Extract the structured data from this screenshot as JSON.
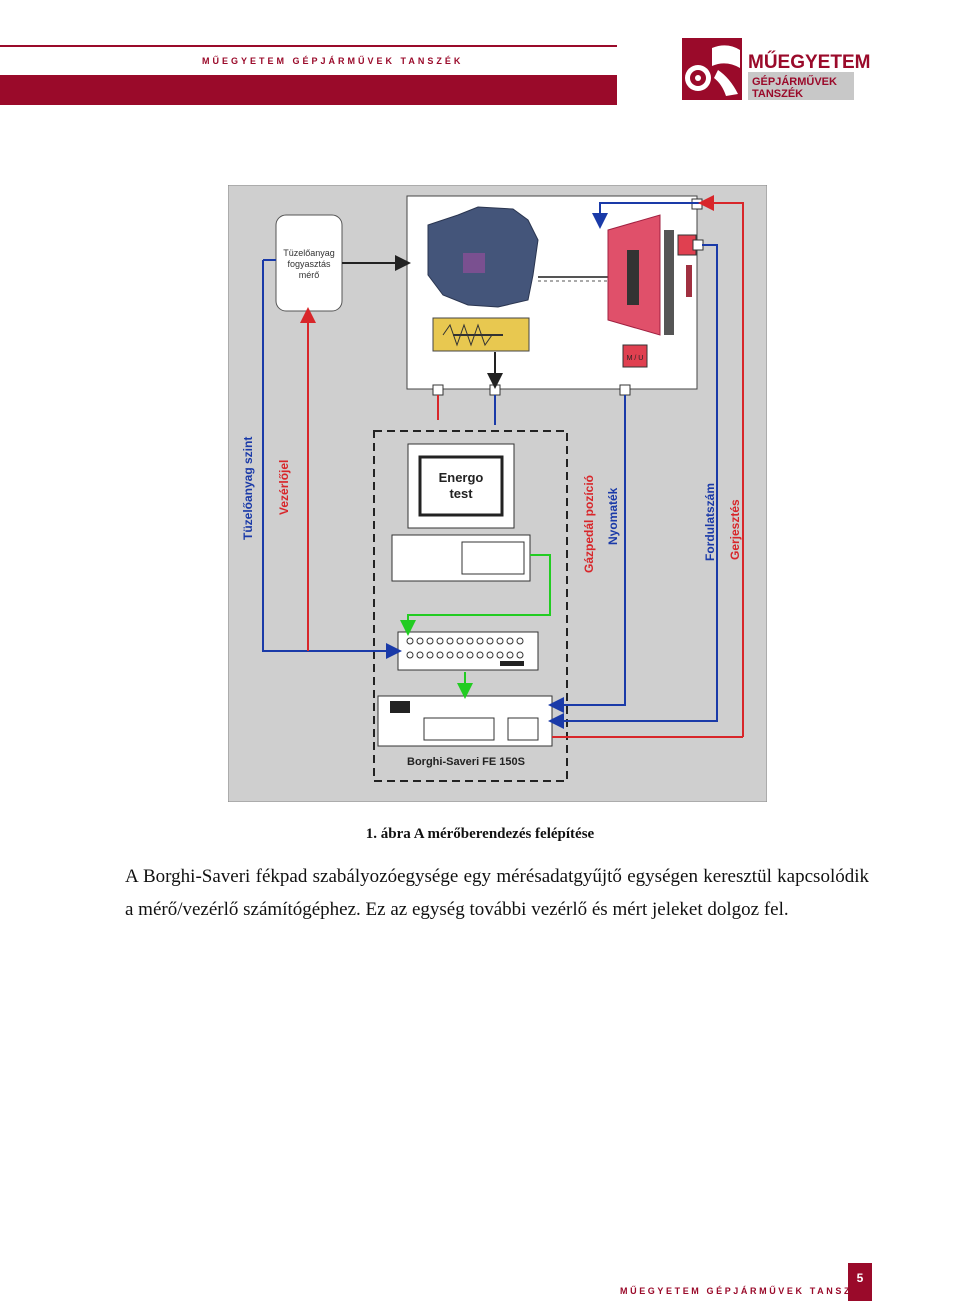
{
  "header": {
    "title": "MŰEGYETEM GÉPJÁRMŰVEK TANSZÉK",
    "logo": {
      "line1": "MŰEGYETEM",
      "line2": "GÉPJÁRMŰVEK",
      "line3": "TANSZÉK"
    }
  },
  "figure": {
    "labels": {
      "fuel_meter_1": "Tüzelőanyag",
      "fuel_meter_2": "fogyasztás",
      "fuel_meter_3": "mérő",
      "fuel_level": "Tüzelőanyag szint",
      "control_signal": "Vezérlőjel",
      "pedal_position": "Gázpedál pozíció",
      "pressure": "Nyomaték",
      "rpm": "Fordulatszám",
      "excitation": "Gerjesztés",
      "monitor_1": "Energo",
      "monitor_2": "test",
      "brake_name": "Borghi-Saveri FE 150S",
      "mu_label": "M / U"
    }
  },
  "caption": "1. ábra A mérőberendezés felépítése",
  "paragraph": "A Borghi-Saveri fékpad szabályozóegysége egy mérésadatgyűjtő egységen keresztül kapcsolódik a mérő/vezérlő számítógéphez. Ez az egység további vezérlő és mért jeleket dolgoz fel.",
  "footer": {
    "title": "MŰEGYETEM GÉPJÁRMŰVEK TANSZÉK",
    "page_number": "5"
  },
  "colors": {
    "brand": "#9a0a2a",
    "signal_blue": "#1a3aa8",
    "signal_red": "#d8262a",
    "signal_green": "#22cc22"
  }
}
